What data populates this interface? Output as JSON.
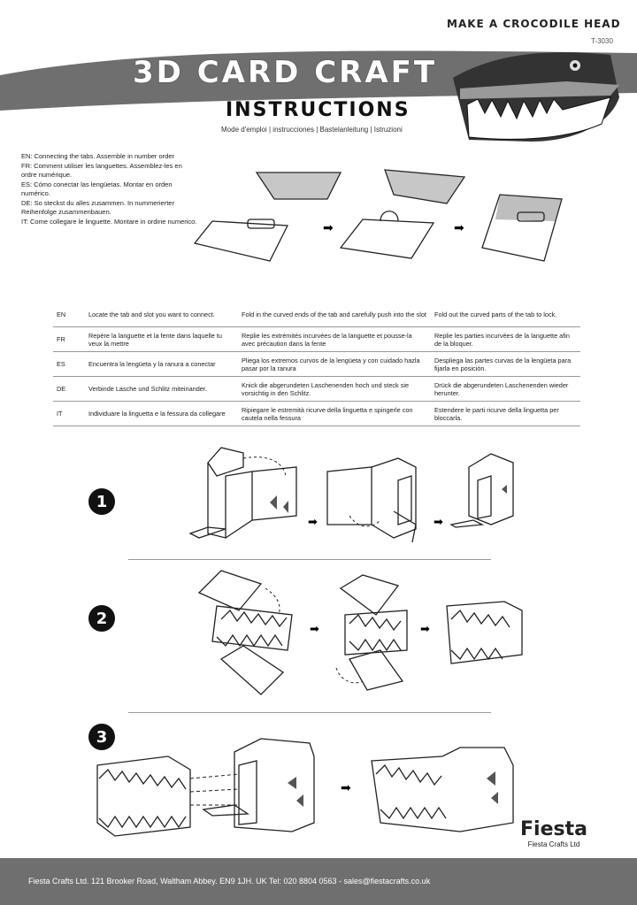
{
  "header": {
    "top_title": "Make a Crocodile Head",
    "code": "T-3030",
    "main_title": "3D Card Craft",
    "sub_title": "Instructions",
    "languages": "Mode d'emploi | instrucciones | Bastelanleitung | Istruzioni"
  },
  "connect": [
    "EN: Connecting the tabs. Assemble in number order",
    "FR: Comment utiliser les languettes. Assemblez-les en ordre numérique.",
    "ES: Cómo conectar las lengüetas. Montar en orden numérico.",
    "DE: So steckst du alles zusammen. In nummerierter Reihenfolge zusammenbauen.",
    "IT: Come collegare le linguette. Montare in ordine numerico."
  ],
  "table": [
    {
      "lang": "EN",
      "c1": "Locate the tab and slot you want to connect.",
      "c2": "Fold in the curved ends of the tab and carefully push into the slot",
      "c3": "Fold out the curved parts of the tab to lock."
    },
    {
      "lang": "FR",
      "c1": "Repère la languette et la fente dans laquelle tu veux la mettre",
      "c2": "Replie les extrémités incurvées de la languette et pousse-la avec précaution dans la fente",
      "c3": "Replie les parties incurvées de la languette afin de la bloquer."
    },
    {
      "lang": "ES",
      "c1": "Encuentra la lengüeta y la ranura a conectar",
      "c2": "Pliega los extremos curvos de la lengüeta y con cuidado hazla pasar por la ranura",
      "c3": "Despliega las partes curvas de la lengüeta para fijarla en posición."
    },
    {
      "lang": "DE",
      "c1": "Verbinde Lasche und Schlitz miteinander.",
      "c2": "Knick die abgerundeten Laschenenden hoch und steck sie vorsichtig in den Schlitz.",
      "c3": "Drück die abgerundeten Laschenenden wieder herunter."
    },
    {
      "lang": "IT",
      "c1": "Individuare la linguetta e la fessura da collegare",
      "c2": "Ripiegare le estremità ricurve della linguetta e spingerle con cautela nella fessura",
      "c3": "Estendere le parti ricurve della linguetta per bloccarla."
    }
  ],
  "steps": [
    "1",
    "2",
    "3"
  ],
  "logo": {
    "name": "Fiesta",
    "sub": "Fiesta Crafts Ltd"
  },
  "footer": "Fiesta Crafts Ltd. 121 Brooker Road, Waltham Abbey. EN9 1JH. UK  Tel: 020 8804 0563 - sales@fiestacrafts.co.uk",
  "colors": {
    "banner": "#6f6f6f",
    "footer": "#6f6f6f"
  }
}
